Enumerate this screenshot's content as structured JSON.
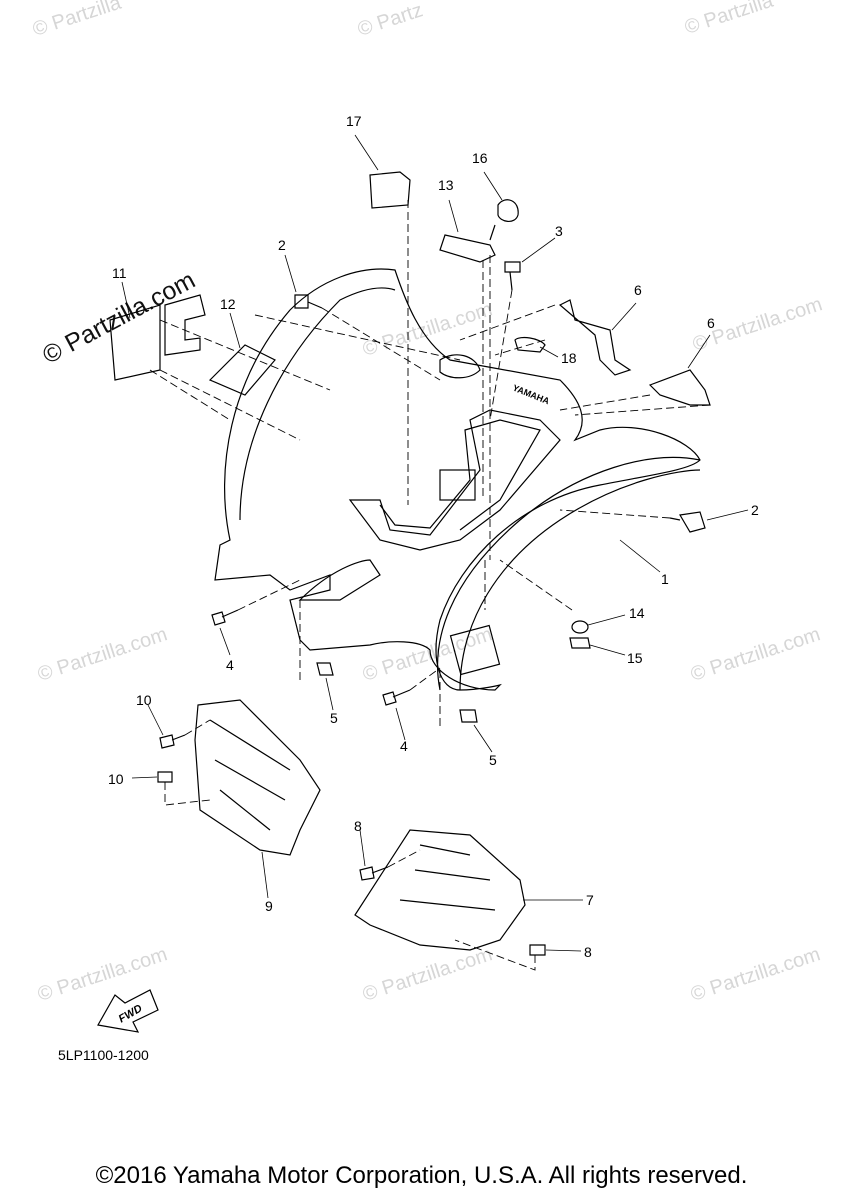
{
  "watermark": {
    "text": "© Partzilla.com",
    "top_left_text": "© Partzilla",
    "top_mid_text": "© Partz"
  },
  "callouts": {
    "c1": "1",
    "c2a": "2",
    "c2b": "2",
    "c3": "3",
    "c4a": "4",
    "c4b": "4",
    "c5a": "5",
    "c5b": "5",
    "c6a": "6",
    "c6b": "6",
    "c7": "7",
    "c8a": "8",
    "c8b": "8",
    "c9": "9",
    "c10a": "10",
    "c10b": "10",
    "c11": "11",
    "c12": "12",
    "c13": "13",
    "c14": "14",
    "c15": "15",
    "c16": "16",
    "c17": "17",
    "c18": "18"
  },
  "fender_brand": "YAMAHA",
  "fwd_label": "FWD",
  "diagram_code": "5LP1100-1200",
  "copyright": "©2016 Yamaha Motor Corporation, U.S.A. All rights reserved."
}
